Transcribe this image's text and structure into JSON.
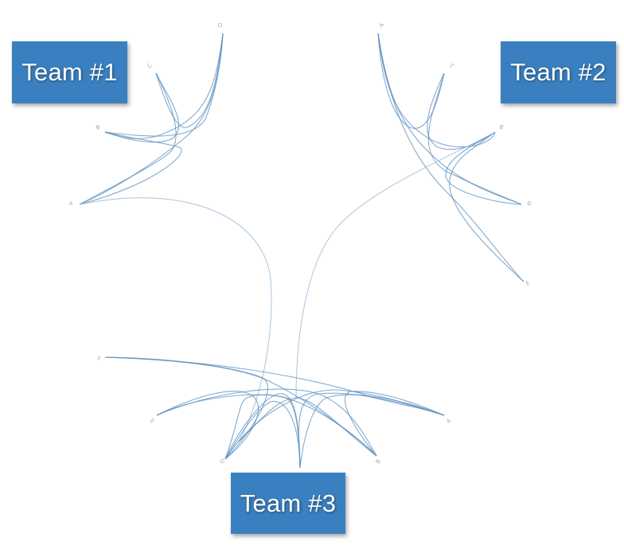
{
  "teams": [
    {
      "id": "team1",
      "label": "Team #1",
      "nodes": [
        "D",
        "C",
        "B",
        "A"
      ]
    },
    {
      "id": "team2",
      "label": "Team #2",
      "nodes": [
        "A",
        "C",
        "B",
        "D",
        "E"
      ]
    },
    {
      "id": "team3",
      "label": "Team #3",
      "nodes": [
        "F",
        "E",
        "D",
        "B",
        "A"
      ]
    }
  ],
  "colors": {
    "team_box": "#3a80c0",
    "link": "#5b8fbf",
    "link_faint": "#9fbfdc",
    "node_label": "#aaaaaa"
  }
}
